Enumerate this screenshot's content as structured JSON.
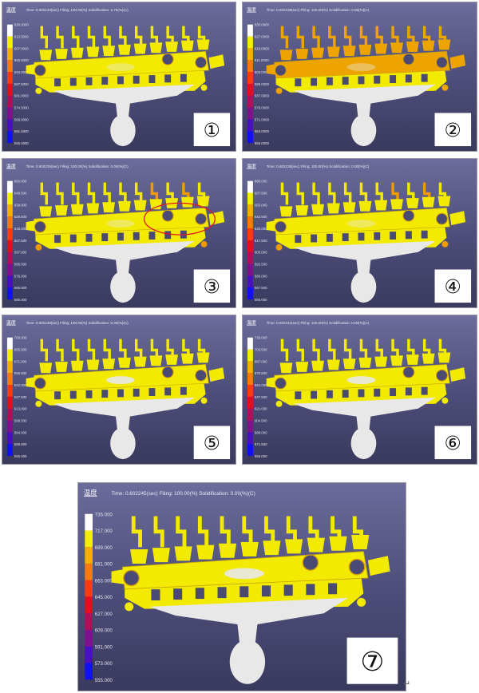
{
  "figure": {
    "header_label": "温度",
    "paragraph_mark": "↵",
    "legend_colors": [
      "#ffffff",
      "#f5f000",
      "#f7b000",
      "#f57a10",
      "#fa3a10",
      "#e0101e",
      "#b0105a",
      "#80108e",
      "#4a10c0",
      "#1010f0"
    ],
    "panels": [
      {
        "label": "①",
        "header": "Time: 0.602233(sec)  Filing: 100.00(%)  Solidification: 2.75(%)(C)",
        "legend": [
          "630.0000",
          "613.5000",
          "607.0000",
          "600.5000",
          "594.0000",
          "587.5000",
          "581.0000",
          "574.5000",
          "568.0000",
          "561.5000",
          "555.0000"
        ],
        "bar_color": "#f2ea00",
        "gate_color": "#f2ea00",
        "frame_color": "#f2ea00",
        "tip_color": "#f2ea00",
        "annotation": false
      },
      {
        "label": "②",
        "header": "Time: 0.602239(sec)  Filing: 100.00(%)  Solidification: 0.06(%)(C)",
        "legend": [
          "635.0000",
          "627.0000",
          "619.0000",
          "611.0000",
          "603.0000",
          "595.0000",
          "587.0000",
          "579.0000",
          "571.0000",
          "563.0000",
          "555.0000"
        ],
        "bar_color": "#eea400",
        "gate_color": "#eea400",
        "frame_color": "#f2ea00",
        "tip_color": "#eea400",
        "annotation": false
      },
      {
        "label": "③",
        "header": "Time: 0.602235(sec)  Filing: 100.00(%)  Solidification: 0.00(%)(C)",
        "legend": [
          "660.000",
          "649.500",
          "639.000",
          "628.500",
          "618.000",
          "607.500",
          "597.000",
          "586.500",
          "576.000",
          "565.500",
          "555.000"
        ],
        "bar_color": "#f2ea00",
        "gate_color": "#f2ea00",
        "frame_color": "#f2ea00",
        "tip_color": "#ee9a00",
        "annotation": true,
        "annotation_color": "#e01818"
      },
      {
        "label": "④",
        "header": "Time: 0.602235(sec)  Filing: 100.00(%)  Solidification: 0.00(%)(C)",
        "legend": [
          "680.000",
          "667.500",
          "655.000",
          "642.500",
          "630.000",
          "617.500",
          "605.000",
          "592.500",
          "580.000",
          "567.500",
          "555.000"
        ],
        "bar_color": "#f2ea00",
        "gate_color": "#f2ea00",
        "frame_color": "#f2ea00",
        "tip_color": "#ee9a00",
        "annotation": false
      },
      {
        "label": "⑤",
        "header": "Time: 0.602246(sec)  Filing: 100.00(%)  Solidification: 0.00(%)(C)",
        "legend": [
          "700.000",
          "685.500",
          "671.000",
          "656.500",
          "642.000",
          "627.500",
          "613.000",
          "598.500",
          "584.000",
          "569.500",
          "555.000"
        ],
        "bar_color": "#f2ea00",
        "gate_color": "#f2ea00",
        "frame_color": "#f2ea00",
        "tip_color": "#f2ea00",
        "annotation": false
      },
      {
        "label": "⑥",
        "header": "Time: 0.602241(sec)  Filing: 100.00(%)  Solidification: 0.00(%)(C)",
        "legend": [
          "720.000",
          "703.500",
          "687.000",
          "670.500",
          "654.000",
          "637.500",
          "621.000",
          "604.500",
          "588.000",
          "571.500",
          "555.000"
        ],
        "bar_color": "#f2ea00",
        "gate_color": "#f2ea00",
        "frame_color": "#f2ea00",
        "tip_color": "#f2ea00",
        "annotation": false
      },
      {
        "label": "⑦",
        "header": "Time: 0.602245(sec)  Filing: 100.00(%)  Solidification: 0.00(%)(C)",
        "legend": [
          "735.000",
          "717.000",
          "699.000",
          "681.000",
          "663.000",
          "645.000",
          "627.000",
          "609.000",
          "591.000",
          "573.000",
          "555.000"
        ],
        "bar_color": "#f2ea00",
        "gate_color": "#f2ea00",
        "frame_color": "#f2ea00",
        "tip_color": "#f2ea00",
        "annotation": false
      }
    ]
  }
}
